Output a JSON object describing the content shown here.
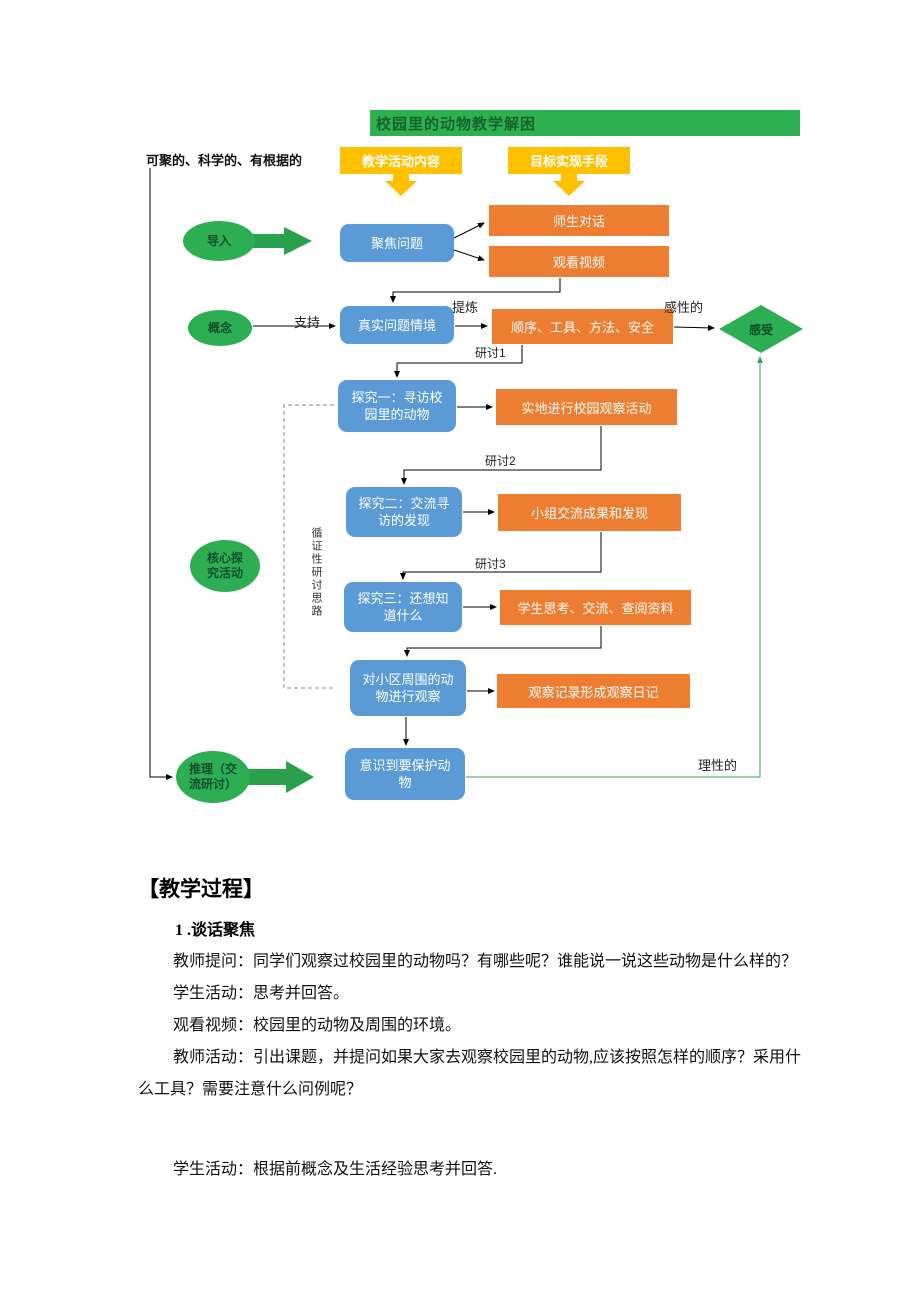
{
  "banner": "校园里的动物教学解困",
  "flow": {
    "criteria": "可聚的、科学的、有根据的",
    "headers": [
      "教学活动内容",
      "目标实现手段"
    ],
    "stages": [
      "导入",
      "概念",
      "核心探究活动",
      "推理（交流研讨）"
    ],
    "blue": [
      "聚焦问题",
      "真实问题情境",
      "探究一：寻访校园里的动物",
      "探究二：交流寻访的发现",
      "探究三：还想知道什么",
      "对小区周围的动物进行观察",
      "意识到要保护动物"
    ],
    "orange": [
      "师生对话",
      "观看视频",
      "顺序、工具、方法、安全",
      "实地进行校园观察活动",
      "小组交流成果和发现",
      "学生思考、交流、查阅资料",
      "观察记录形成观察日记"
    ],
    "diamond": "感受",
    "labels": {
      "zhichi": "支持",
      "tilian": "提炼",
      "yantao1": "研讨1",
      "yantao2": "研讨2",
      "yantao3": "研讨3",
      "ganxing": "感性的",
      "lixing": "理性的",
      "vertical": "循证性研讨思路"
    }
  },
  "body": {
    "heading": "【教学过程】",
    "subheading": "1 .谈话聚焦",
    "paragraphs": [
      "教师提问：同学们观察过校园里的动物吗？有哪些呢？谁能说一说这些动物是什么样的？",
      "学生活动：思考并回答。",
      "观看视频：校园里的动物及周围的环境。",
      "教师活动：引出课题，并提问如果大家去观察校园里的动物,应该按照怎样的顺序？采用什么工具？需要注意什么问例呢？",
      "学生活动：根据前概念及生活经验思考并回答."
    ]
  },
  "colors": {
    "banner_green": "#2eaf50",
    "shape_green": "#2eae53",
    "blue": "#5b9bd5",
    "orange": "#ed7d31",
    "yellow": "#ffc000"
  }
}
